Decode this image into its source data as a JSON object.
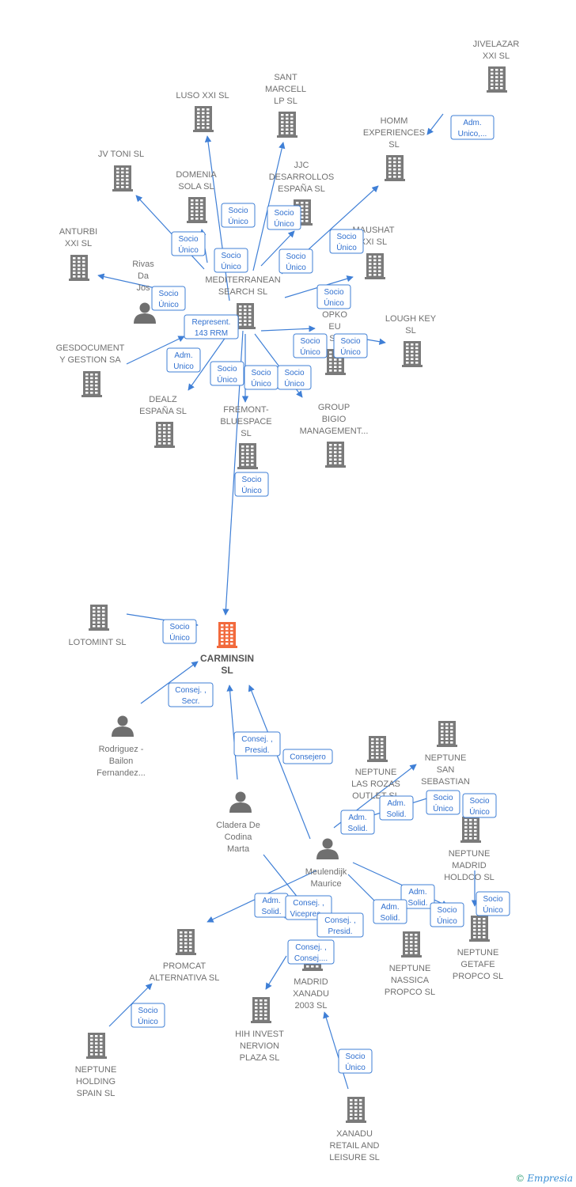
{
  "colors": {
    "edge": "#3f7fd6",
    "building": "#7a7a7a",
    "main": "#f26a3d",
    "person": "#6f6f6f"
  },
  "credit": {
    "symbol": "©",
    "brand": "Empresia"
  },
  "nodes": [
    {
      "id": "carminsin",
      "kind": "main",
      "lines": [
        "CARMINSIN",
        "SL"
      ]
    },
    {
      "id": "jivelazar",
      "kind": "company",
      "lines": [
        "JIVELAZAR",
        "XXI  SL"
      ]
    },
    {
      "id": "sant",
      "kind": "company",
      "lines": [
        "SANT",
        "MARCELL",
        "LP  SL"
      ]
    },
    {
      "id": "luso",
      "kind": "company",
      "lines": [
        "LUSO XXI  SL"
      ]
    },
    {
      "id": "homm",
      "kind": "company",
      "lines": [
        "HOMM",
        "EXPERIENCES",
        "SL"
      ]
    },
    {
      "id": "jvtoni",
      "kind": "company",
      "lines": [
        "JV TONI  SL"
      ]
    },
    {
      "id": "domenia",
      "kind": "company",
      "lines": [
        "DOMENIA",
        "SOLA SL"
      ]
    },
    {
      "id": "jjc",
      "kind": "company",
      "lines": [
        "JJC",
        "DESARROLLOS",
        "ESPAÑA  SL"
      ]
    },
    {
      "id": "anturbi",
      "kind": "company",
      "lines": [
        "ANTURBI",
        "XXI  SL"
      ]
    },
    {
      "id": "maushat",
      "kind": "company",
      "lines": [
        "MAUSHAT",
        "XXI  SL"
      ]
    },
    {
      "id": "rivas",
      "kind": "person",
      "lines": [
        "Rivas",
        "Da",
        "Jos"
      ]
    },
    {
      "id": "mediterranean",
      "kind": "company",
      "lines": [
        "MEDITERRANEAN",
        "SEARCH SL"
      ]
    },
    {
      "id": "opko",
      "kind": "company",
      "lines": [
        "OPKO",
        "EU",
        "SL"
      ]
    },
    {
      "id": "loughkey",
      "kind": "company",
      "lines": [
        "LOUGH KEY",
        "SL"
      ]
    },
    {
      "id": "gesdocument",
      "kind": "company",
      "lines": [
        "GESDOCUMENT",
        "Y GESTION SA"
      ]
    },
    {
      "id": "dealz",
      "kind": "company",
      "lines": [
        "DEALZ",
        "ESPAÑA  SL"
      ]
    },
    {
      "id": "fremont",
      "kind": "company",
      "lines": [
        "FREMONT-",
        "BLUESPACE",
        "SL"
      ]
    },
    {
      "id": "groupbigio",
      "kind": "company",
      "lines": [
        "GROUP",
        "BIGIO",
        "MANAGEMENT..."
      ]
    },
    {
      "id": "lotomint",
      "kind": "company",
      "lines": [
        "LOTOMINT  SL"
      ]
    },
    {
      "id": "rodriguez",
      "kind": "person",
      "lines": [
        "Rodriguez -",
        "Bailon",
        "Fernandez..."
      ]
    },
    {
      "id": "cladera",
      "kind": "person",
      "lines": [
        "Cladera De",
        "Codina",
        "Marta"
      ]
    },
    {
      "id": "meulendijk",
      "kind": "person",
      "lines": [
        "Meulendijk",
        "Maurice"
      ]
    },
    {
      "id": "neptunerozas",
      "kind": "company",
      "lines": [
        "NEPTUNE",
        "LAS ROZAS",
        "OUTLET  SL"
      ]
    },
    {
      "id": "neptunesan",
      "kind": "company",
      "lines": [
        "NEPTUNE",
        "SAN",
        "SEBASTIAN"
      ]
    },
    {
      "id": "neptunemadrid",
      "kind": "company",
      "lines": [
        "NEPTUNE",
        "MADRID",
        "HOLDCO  SL"
      ]
    },
    {
      "id": "neptunegetafe",
      "kind": "company",
      "lines": [
        "NEPTUNE",
        "GETAFE",
        "PROPCO  SL"
      ]
    },
    {
      "id": "neptunenassica",
      "kind": "company",
      "lines": [
        "NEPTUNE",
        "NASSICA",
        "PROPCO  SL"
      ]
    },
    {
      "id": "promcat",
      "kind": "company",
      "lines": [
        "PROMCAT",
        "ALTERNATIVA SL"
      ]
    },
    {
      "id": "madridxanadu",
      "kind": "company",
      "lines": [
        "MADRID",
        "XANADU",
        "2003 SL"
      ]
    },
    {
      "id": "hih",
      "kind": "company",
      "lines": [
        "HIH INVEST",
        "NERVION",
        "PLAZA  SL"
      ]
    },
    {
      "id": "neptuneholding",
      "kind": "company",
      "lines": [
        "NEPTUNE",
        "HOLDING",
        "SPAIN  SL"
      ]
    },
    {
      "id": "xanaduretail",
      "kind": "company",
      "lines": [
        "XANADU",
        "RETAIL AND",
        "LEISURE  SL"
      ]
    }
  ],
  "relations": [
    {
      "lines": [
        "Adm.",
        "Unico,..."
      ]
    },
    {
      "lines": [
        "Socio",
        "Único"
      ]
    },
    {
      "lines": [
        "Socio",
        "Único"
      ]
    },
    {
      "lines": [
        "Socio",
        "Único"
      ]
    },
    {
      "lines": [
        "Socio",
        "Único"
      ]
    },
    {
      "lines": [
        "Socio",
        "Único"
      ]
    },
    {
      "lines": [
        "Socio",
        "Único"
      ]
    },
    {
      "lines": [
        "Socio",
        "Único"
      ]
    },
    {
      "lines": [
        "Represent.",
        "143 RRM"
      ]
    },
    {
      "lines": [
        "Socio",
        "Único"
      ]
    },
    {
      "lines": [
        "Adm.",
        "Unico"
      ]
    },
    {
      "lines": [
        "Socio",
        "Único"
      ]
    },
    {
      "lines": [
        "Socio",
        "Único"
      ]
    },
    {
      "lines": [
        "Socio",
        "Único"
      ]
    },
    {
      "lines": [
        "Socio",
        "Único"
      ]
    },
    {
      "lines": [
        "Socio",
        "Único"
      ]
    },
    {
      "lines": [
        "Socio",
        "Único"
      ]
    },
    {
      "lines": [
        "Socio",
        "Único"
      ]
    },
    {
      "lines": [
        "Consej. ,",
        "Secr."
      ]
    },
    {
      "lines": [
        "Consej. ,",
        "Presid."
      ]
    },
    {
      "lines": [
        "Consejero"
      ]
    },
    {
      "lines": [
        "Adm.",
        "Solid."
      ]
    },
    {
      "lines": [
        "Adm.",
        "Solid."
      ]
    },
    {
      "lines": [
        "Socio",
        "Único"
      ]
    },
    {
      "lines": [
        "Socio",
        "Único"
      ]
    },
    {
      "lines": [
        "Adm.",
        "Solid."
      ]
    },
    {
      "lines": [
        "Adm.",
        "Solid."
      ]
    },
    {
      "lines": [
        "Socio",
        "Único"
      ]
    },
    {
      "lines": [
        "Socio",
        "Único"
      ]
    },
    {
      "lines": [
        "Adm.",
        "Solid."
      ]
    },
    {
      "lines": [
        "Consej. ,",
        "Vicepres..."
      ]
    },
    {
      "lines": [
        "Consej. ,",
        "Presid."
      ]
    },
    {
      "lines": [
        "Consej. ,",
        "Consej...."
      ]
    },
    {
      "lines": [
        "Socio",
        "Único"
      ]
    },
    {
      "lines": [
        "Socio",
        "Único"
      ]
    }
  ]
}
